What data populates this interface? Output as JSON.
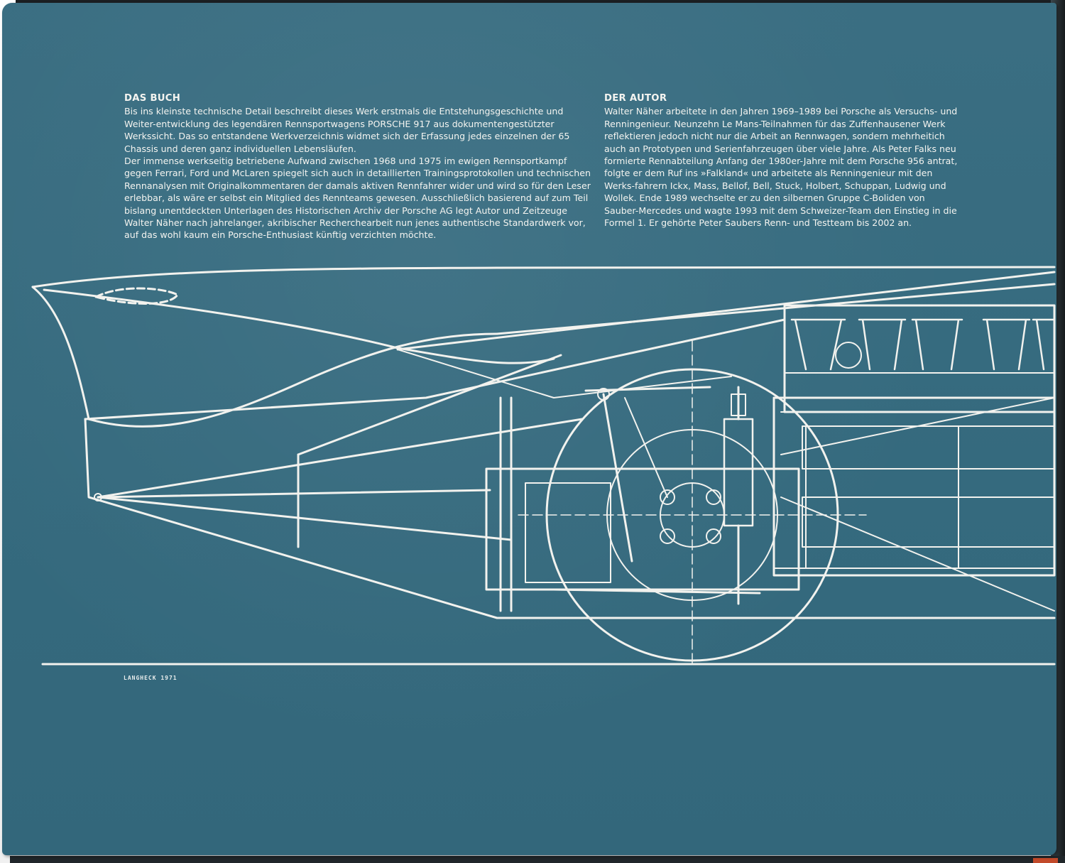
{
  "book": {
    "section_left": {
      "heading": "DAS BUCH",
      "paragraphs": [
        "Bis ins kleinste technische Detail beschreibt dieses Werk erstmals die Entstehungsgeschichte und Weiter-entwicklung des legendären Rennsportwagens PORSCHE 917 aus dokumentengestützter Werkssicht. Das so entstandene Werkverzeichnis widmet sich der Erfassung jedes einzelnen der 65 Chassis und deren ganz individuellen Lebensläufen.",
        "Der immense werkseitig betriebene Aufwand zwischen 1968 und 1975 im ewigen Rennsportkampf gegen Ferrari, Ford und McLaren spiegelt sich auch in detaillierten Trainingsprotokollen und technischen Rennanalysen mit Originalkommentaren der damals aktiven Rennfahrer wider und wird so für den Leser erlebbar, als wäre er selbst ein Mitglied des Rennteams gewesen. Ausschließlich basierend auf zum Teil bislang unentdeckten Unterlagen des Historischen Archiv der Porsche AG legt Autor und Zeitzeuge Walter Näher nach jahrelanger, akribischer Recherchearbeit nun jenes authentische Standardwerk vor, auf das wohl kaum ein Porsche-Enthusiast künftig verzichten möchte."
      ]
    },
    "section_right": {
      "heading": "DER AUTOR",
      "paragraphs": [
        "Walter Näher arbeitete in den Jahren 1969–1989 bei Porsche als Versuchs- und Renningenieur. Neunzehn Le Mans-Teilnahmen für das Zuffenhausener Werk reflektieren jedoch nicht nur die Arbeit an Rennwagen, sondern mehrheitich auch an Prototypen und Serienfahrzeugen über viele Jahre. Als Peter Falks neu formierte Rennabteilung Anfang der 1980er-Jahre mit dem Porsche 956 antrat, folgte er dem Ruf ins »Falkland« und arbeitete als Renningenieur mit den Werks-fahrern Ickx, Mass, Bellof, Bell, Stuck, Holbert, Schuppan, Ludwig und Wollek. Ende 1989 wechselte er zu den silbernen Gruppe C-Boliden von Sauber-Mercedes und wagte 1993 mit dem Schweizer-Team den Einstieg in die Formel 1. Er gehörte Peter Saubers Renn- und Testteam bis 2002 an."
      ]
    },
    "drawing_caption": "LANGHECK 1971",
    "colors": {
      "cover_blue": "#376b7f",
      "line_white": "#f2f2ee",
      "text_white": "#f4f4f0"
    }
  }
}
